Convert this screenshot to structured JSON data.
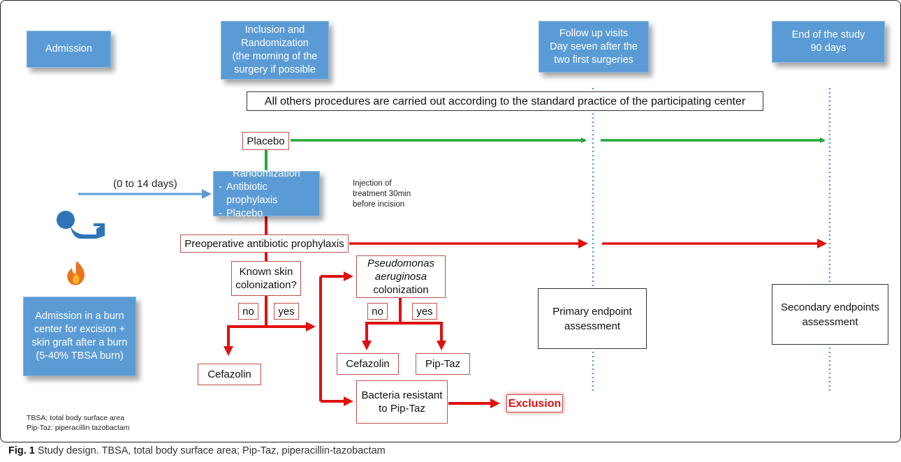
{
  "header": {
    "admission": "Admission",
    "inclusion": "Inclusion and\nRandomization\n(the morning of the\nsurgery if possible",
    "follow_up": "Follow up visits\nDay seven after the\ntwo first surgeries",
    "end_of_study": "End of the study\n90 days"
  },
  "procedures_note": "All others procedures are carried out according to the standard practice of the participating center",
  "placebo": "Placebo",
  "timing": "(0 to 14 days)",
  "randomization": {
    "title": "Randomization",
    "items": [
      "Antibiotic prophylaxis",
      "Placebo"
    ]
  },
  "injection_note": "Injection of\ntreatment 30min\nbefore incision",
  "preoperative": "Preoperative antibiotic prophylaxis",
  "known_skin": "Known skin\ncolonization?",
  "no": "no",
  "yes": "yes",
  "pseudomonas_italic": "Pseudomonas\naeruginosa",
  "pseudomonas_rest": "colonization",
  "cefazolin": "Cefazolin",
  "piptaz": "Pip-Taz",
  "bacteria_resistant": "Bacteria resistant\nto Pip-Taz",
  "exclusion": "Exclusion",
  "primary_endpoint": "Primary endpoint\nassessment",
  "secondary_endpoint": "Secondary endpoints\nassessment",
  "admission_burn": "Admission in a burn\ncenter for excision +\nskin graft after a burn\n(5-40% TBSA burn)",
  "abbreviations": [
    "TBSA: total body surface area",
    "Pip-Taz: piperacillin tazobactam"
  ],
  "caption": {
    "label": "Fig. 1",
    "text": " Study design. TBSA, total body surface area; Pip-Taz, piperacillin-tazobactam"
  },
  "colors": {
    "blue": "#5b9bd5",
    "green": "#22a83a",
    "red": "#e01010",
    "dotted": "#5b9bd5"
  },
  "icons": [
    "patient-lying-icon",
    "flame-icon"
  ]
}
